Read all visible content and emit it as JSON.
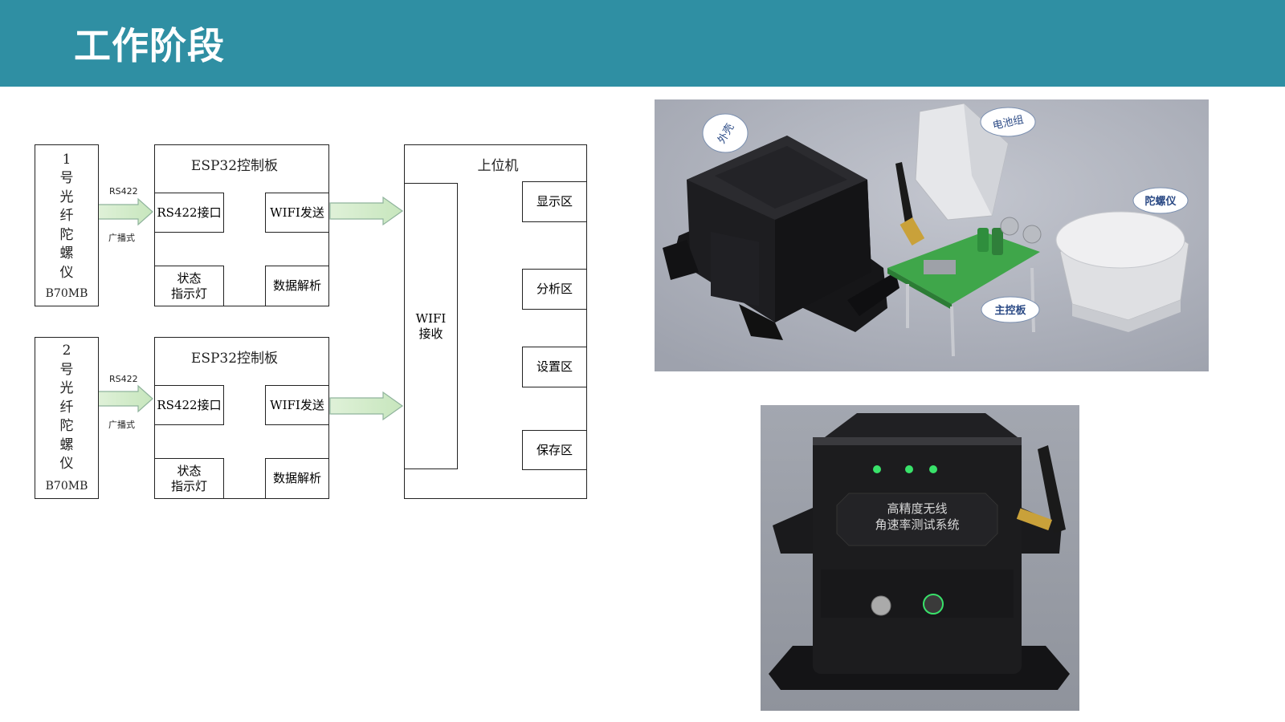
{
  "header": {
    "title": "工作阶段"
  },
  "diagram": {
    "gyro1": {
      "number": "1",
      "chars": [
        "号",
        "光",
        "纤",
        "陀",
        "螺",
        "仪"
      ],
      "model": "B70MB"
    },
    "gyro2": {
      "number": "2",
      "chars": [
        "号",
        "光",
        "纤",
        "陀",
        "螺",
        "仪"
      ],
      "model": "B70MB"
    },
    "link_top": "RS422",
    "link_bottom": "广播式",
    "board_title": "ESP32控制板",
    "rs422_port": "RS422接口",
    "wifi_send": "WIFI发送",
    "status_line1": "状态",
    "status_line2": "指示灯",
    "data_parse": "数据解析",
    "host_title": "上位机",
    "wifi_recv_line1": "WIFI",
    "wifi_recv_line2": "接收",
    "display_zone": "显示区",
    "analysis_zone": "分析区",
    "settings_zone": "设置区",
    "save_zone": "保存区"
  },
  "photo1": {
    "callouts": {
      "shell": "外壳",
      "battery": "电池组",
      "gyro": "陀螺仪",
      "mainboard": "主控板"
    },
    "colors": {
      "background": "#a9adb8",
      "board": "#3fa64a",
      "antenna": "#222222",
      "gold": "#c9a13a"
    }
  },
  "photo2": {
    "device_label_line1": "高精度无线",
    "device_label_line2": "角速率测试系统",
    "colors": {
      "background": "#9a9ea8",
      "led": "#39e26a",
      "body": "#1c1c1e"
    }
  }
}
